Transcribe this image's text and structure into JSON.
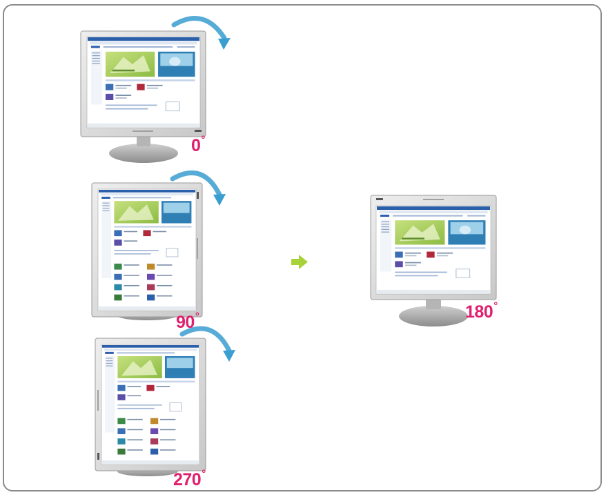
{
  "colors": {
    "label": "#e0206e",
    "arrow_rotate": "#3a9ed0",
    "arrow_forward": "#a8d23a",
    "frame_border": "#8a8a8a",
    "bezel": "#d8d8d8",
    "banner_green": "#a9cf5a",
    "accent_blue": "#2f6db0"
  },
  "labels": {
    "deg_0": "0",
    "deg_90": "90",
    "deg_270": "270",
    "deg_180": "180",
    "degree_sign": "°"
  },
  "icons": {
    "rotate_arrow": "curved-arrow",
    "forward_arrow": "right-arrow"
  }
}
